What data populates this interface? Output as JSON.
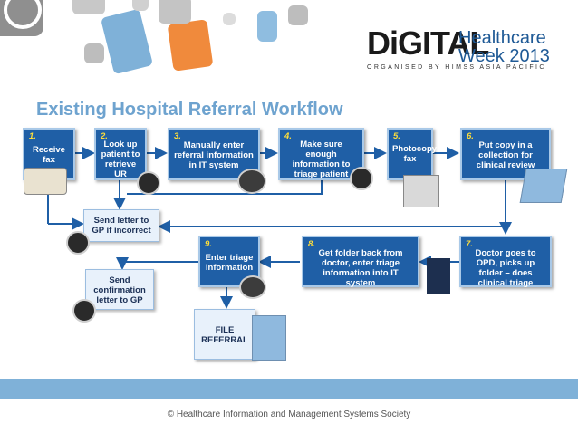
{
  "logo": {
    "digital": "DiGITAL",
    "line1": "Healthcare",
    "line2": "Week 2013",
    "subtitle": "ORGANISED BY HIMSS ASIA PACIFIC"
  },
  "title": "Existing Hospital Referral Workflow",
  "steps": [
    {
      "num": "1.",
      "text": "Receive fax"
    },
    {
      "num": "2.",
      "text": "Look up patient to retrieve UR"
    },
    {
      "num": "3.",
      "text": "Manually enter referral information in IT system"
    },
    {
      "num": "4.",
      "text": "Make sure enough information to triage patient"
    },
    {
      "num": "5.",
      "text": "Photocopy fax"
    },
    {
      "num": "6.",
      "text": "Put copy in a collection for clinical review"
    },
    {
      "num": "7.",
      "text": "Doctor goes to OPD, picks up folder – does clinical triage"
    },
    {
      "num": "8.",
      "text": "Get folder back from doctor, enter triage information into IT system"
    },
    {
      "num": "9.",
      "text": "Enter triage information"
    }
  ],
  "side_boxes": {
    "send_letter": "Send letter to GP if incorrect",
    "send_confirmation": "Send confirmation letter to GP",
    "file_referral": "FILE REFERRAL"
  },
  "footer": "© Healthcare Information and Management Systems Society",
  "colors": {
    "process_box": "#1f5fa6",
    "step_number": "#ffde3a",
    "title": "#6ea3cf",
    "footer_band": "#7fb1d8"
  }
}
